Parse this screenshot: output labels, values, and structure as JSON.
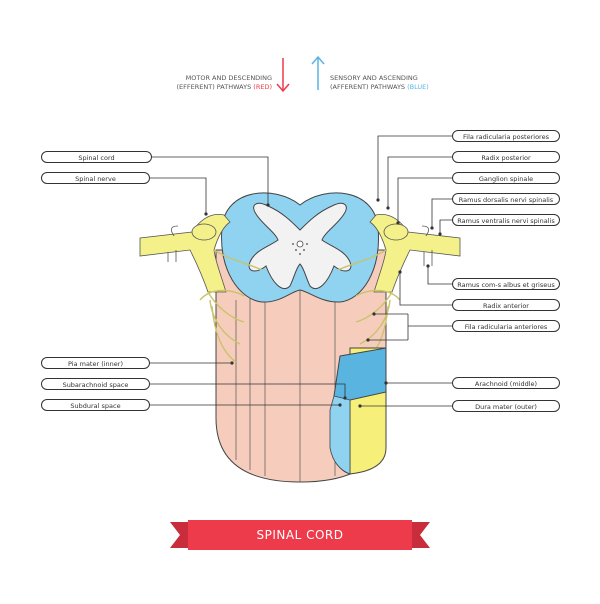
{
  "legend": {
    "motor_line1": "MOTOR AND DESCENDING",
    "motor_line2": "(EFFERENT) PATHWAYS",
    "motor_color_word": "(RED)",
    "sensory_line1": "SENSORY AND ASCENDING",
    "sensory_line2": "(AFFERENT) PATHWAYS",
    "sensory_color_word": "(BLUE)"
  },
  "labels_left": {
    "spinal_cord": "Spinal cord",
    "spinal_nerve": "Spinal nerve",
    "pia_mater": "Pia mater (inner)",
    "subarachnoid": "Subarachnoid space",
    "subdural": "Subdural space"
  },
  "labels_right": {
    "fila_posteriores": "Fila radicularia posteriores",
    "radix_posterior": "Radix posterior",
    "ganglion": "Ganglion spinale",
    "ramus_dorsalis": "Ramus dorsalis nervi spinalis",
    "ramus_ventralis": "Ramus ventralis nervi spinalis",
    "ramus_com": "Ramus com-s albus et griseus",
    "radix_anterior": "Radix anterior",
    "fila_anteriores": "Fila radicularia anteriores",
    "arachnoid": "Arachnoid (middle)",
    "dura_mater": "Dura mater (outer)"
  },
  "title": "SPINAL CORD",
  "colors": {
    "red": "#ee3b4b",
    "blue": "#5ab4e0",
    "white_matter": "#8fd3f0",
    "cord_body": "#f6cdbd",
    "nerve": "#f4f08a",
    "dura": "#f6f07a",
    "banner": "#ee3b4b"
  }
}
